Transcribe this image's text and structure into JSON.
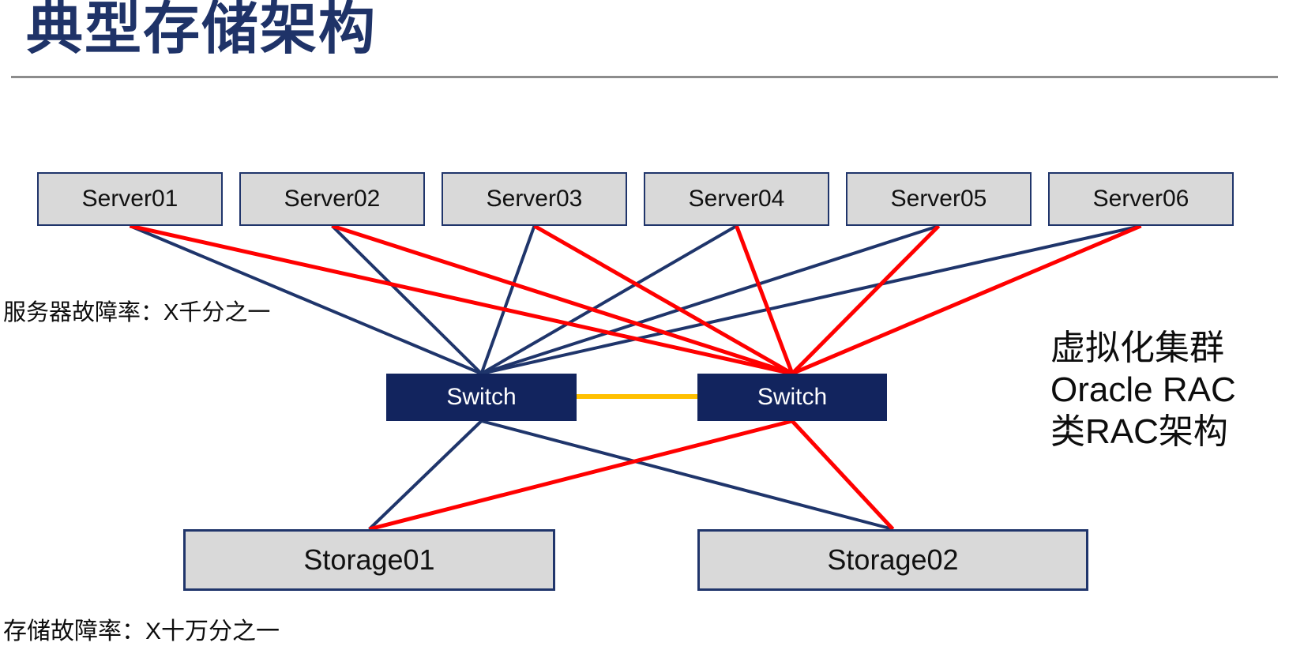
{
  "title": "典型存储架构",
  "colors": {
    "navy_line": "#1f356b",
    "navy_fill": "#12245e",
    "red_line": "#ff0000",
    "trunk_yellow": "#ffc000",
    "box_fill": "#d9d9d9",
    "box_border": "#20356b",
    "divider_gray": "#8c8c8c",
    "title_navy": "#1f3368"
  },
  "servers": [
    "Server01",
    "Server02",
    "Server03",
    "Server04",
    "Server05",
    "Server06"
  ],
  "switches": {
    "left_label": "Switch",
    "right_label": "Switch"
  },
  "storages": {
    "s1_label": "Storage01",
    "s2_label": "Storage02"
  },
  "annotations": {
    "server_failure_rate": "服务器故障率：X千分之一",
    "storage_failure_rate": "存储故障率：X十万分之一",
    "right_note_lines": [
      "虚拟化集群",
      "Oracle RAC",
      "类RAC架构"
    ]
  },
  "links": [
    {
      "from": "server-1",
      "to": "switch-left",
      "color": "navy_line"
    },
    {
      "from": "server-2",
      "to": "switch-left",
      "color": "navy_line"
    },
    {
      "from": "server-3",
      "to": "switch-left",
      "color": "navy_line"
    },
    {
      "from": "server-4",
      "to": "switch-left",
      "color": "navy_line"
    },
    {
      "from": "server-5",
      "to": "switch-left",
      "color": "navy_line"
    },
    {
      "from": "server-6",
      "to": "switch-left",
      "color": "navy_line"
    },
    {
      "from": "server-1",
      "to": "switch-right",
      "color": "red_line"
    },
    {
      "from": "server-2",
      "to": "switch-right",
      "color": "red_line"
    },
    {
      "from": "server-3",
      "to": "switch-right",
      "color": "red_line"
    },
    {
      "from": "server-4",
      "to": "switch-right",
      "color": "red_line"
    },
    {
      "from": "server-5",
      "to": "switch-right",
      "color": "red_line"
    },
    {
      "from": "server-6",
      "to": "switch-right",
      "color": "red_line"
    },
    {
      "from": "switch-left",
      "to": "switch-right",
      "color": "trunk_yellow"
    },
    {
      "from": "switch-left",
      "to": "storage-1",
      "color": "navy_line"
    },
    {
      "from": "switch-left",
      "to": "storage-2",
      "color": "navy_line"
    },
    {
      "from": "switch-right",
      "to": "storage-1",
      "color": "red_line"
    },
    {
      "from": "switch-right",
      "to": "storage-2",
      "color": "red_line"
    }
  ]
}
